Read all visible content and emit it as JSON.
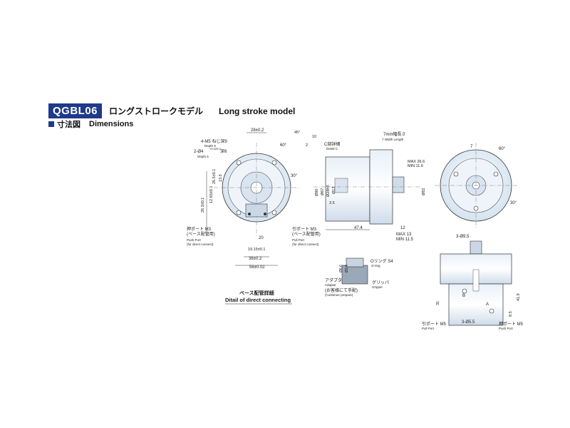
{
  "header": {
    "model": "QGBL06",
    "title_jp": "ロングストロークモデル",
    "title_en": "Long stroke model"
  },
  "section": {
    "title_jp": "寸法図",
    "title_en": "Dimensions"
  },
  "front_view": {
    "dim_top": "28±0.2",
    "m5_depth": "4-M5 ねじ深9",
    "m5_depth_en": "Depth 9",
    "dia4_depth": "2-Ø4",
    "dia4_tol": "+0.025 0",
    "dia4_depth6": "深6",
    "dia4_depth_en": "Depth 6",
    "angle_30": "30°",
    "angle_60": "60°",
    "dim_263": "26.3±0.1",
    "dim_1265": "12.65±0.1",
    "dim_265": "26.5±0.1",
    "dim_135": "13.5",
    "push_port_jp": "押ポート M3",
    "push_port_jp2": "(ベース配管用)",
    "push_port_en": "Push Port",
    "push_port_en2": "(for direct connect)",
    "pull_port_jp": "引ポート M3",
    "pull_port_jp2": "(ベース配管用)",
    "pull_port_en": "Pull Port",
    "pull_port_en2": "(for direct connect)",
    "dim_20": "20",
    "dim_1915": "19.15±0.1",
    "dim_36": "36±0.2",
    "dim_56": "56±0.02",
    "detail_title_jp": "ベース配管詳細",
    "detail_title_en": "Ditail of direct connecting"
  },
  "side_view": {
    "width_length_jp": "7mm幅長さ",
    "width_length_en": "7 Width Length",
    "detail_c_jp": "C部詳細",
    "detail_c_en": "Detail C",
    "max_266": "MAX 26.6",
    "min_116": "MIN 11.6",
    "dim_80": "Ø80",
    "dim_67": "Ø67",
    "dim_28": "Ø28h9",
    "dim_13": "Ø13",
    "dim_82": "Ø82",
    "dim_35": "3.5",
    "dim_474": "47.4",
    "dim_12": "12",
    "max_13": "MAX 13",
    "min_115": "MIN 11.5",
    "dim_10": "10",
    "dim_2": "2",
    "angle_45": "45°"
  },
  "oring": {
    "oring_jp": "Oリング S4",
    "oring_en": "O-ring",
    "adaptor_jp": "アダプタ",
    "adaptor_en": "Adaptor",
    "customer_jp": "(お客様にて手配)",
    "customer_en": "(Customer prepare)",
    "gripper_jp": "グリッパ",
    "gripper_en": "Gripper",
    "dia66": "Ø6.6",
    "dia34": "Ø3.4"
  },
  "right_view": {
    "angle_60": "60°",
    "angle_30": "30°",
    "dim_7": "7",
    "dia95": "3-Ø9.5",
    "dim_419": "41.9",
    "dim_31": "31",
    "dim_85": "8.5",
    "dia55": "3-Ø5.5",
    "label_a": "A",
    "label_b": "B",
    "pull_port_jp": "引ポート M5",
    "pull_port_en": "Pull Port",
    "push_port_jp": "押ポート M5",
    "push_port_en": "Push Port"
  }
}
